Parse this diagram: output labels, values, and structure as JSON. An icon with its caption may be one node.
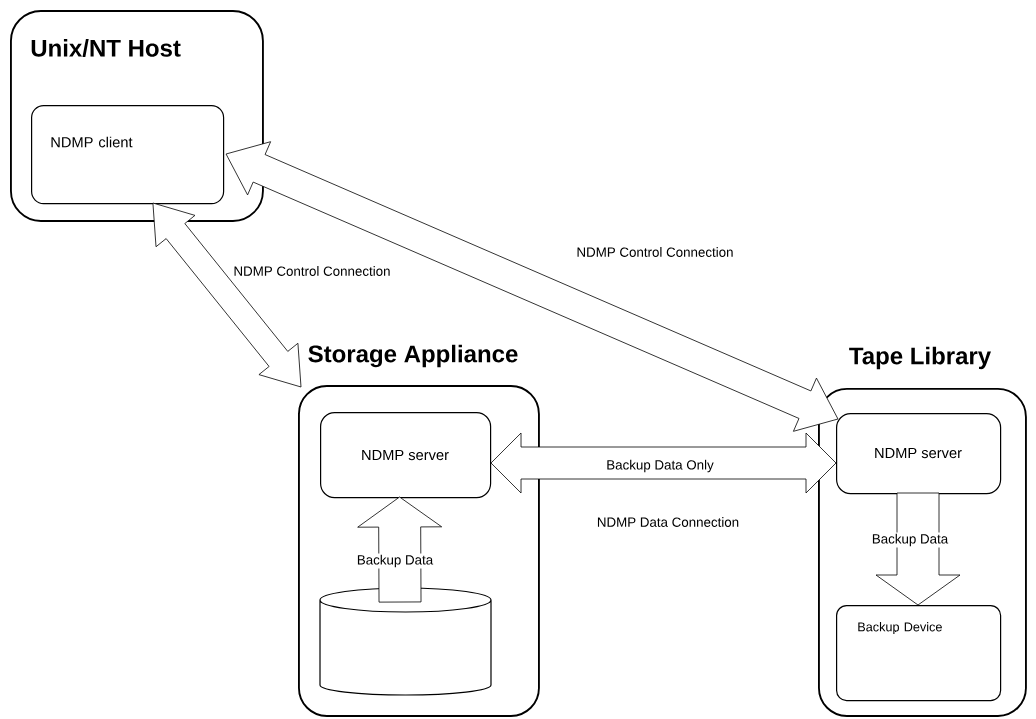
{
  "diagram": {
    "nodes": [
      {
        "text": [
          "Unix/NT Host"
        ]
      },
      {
        "text": [
          "NDMP client"
        ],
        "in": 0
      },
      {
        "text": [
          "Storage Appliance"
        ]
      },
      {
        "text": [
          "NDMP server"
        ],
        "in": 2
      },
      {
        "text": [],
        "shape": "cylinder",
        "in": 2
      },
      {
        "text": [
          "Tape Library"
        ]
      },
      {
        "text": [
          "NDMP server"
        ],
        "in": 5
      },
      {
        "text": [
          "Backup Device"
        ],
        "in": 5
      }
    ],
    "edges": [
      {
        "from": 1,
        "to": 2,
        "arrow": "both",
        "label": "NDMP Control  Connection"
      },
      {
        "from": 1,
        "to": 6,
        "arrow": "both",
        "label": "NDMP Control  Connection"
      },
      {
        "from": 3,
        "to": 6,
        "arrow": "both",
        "label": "Backup Data  Only"
      },
      {
        "from": 4,
        "to": 3,
        "arrow": "to",
        "label": "Backup Data"
      },
      {
        "from": 6,
        "to": 7,
        "arrow": "to",
        "label": "Backup Data"
      }
    ],
    "labels": [
      "NDMP Data Connection"
    ]
  }
}
